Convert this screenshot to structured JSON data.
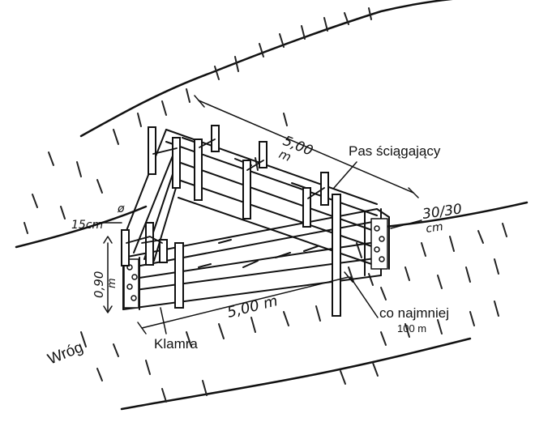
{
  "labels": {
    "length_top": "5,00",
    "length_top_unit": "m",
    "length_front": "5,00 m",
    "band": "Pas ściągający",
    "section": "30/30",
    "section_unit": "cm",
    "diameter": "15cm",
    "diameter_symbol": "ø",
    "height": "0,90",
    "height_unit": "m",
    "clamp": "Klamra",
    "enemy": "Wróg",
    "min_text": "co najmniej",
    "min_value": "100 m"
  }
}
